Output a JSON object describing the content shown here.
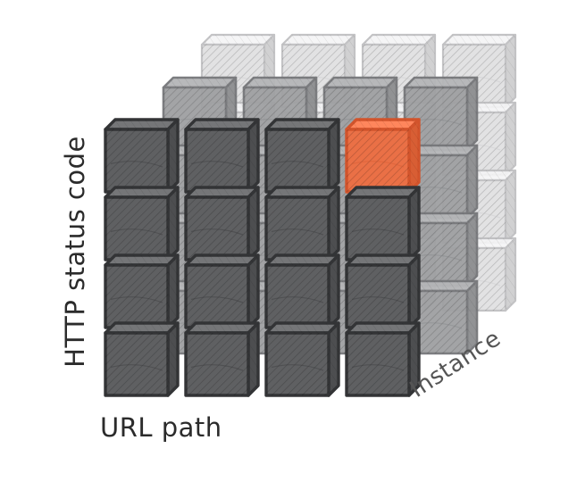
{
  "axes": {
    "vertical": "HTTP status code",
    "horizontal": "URL path",
    "depth": "Instance"
  },
  "grid": {
    "columns": 4,
    "rows": 4,
    "layers": 3,
    "highlighted": {
      "column": 4,
      "row": 1,
      "layer": 1
    }
  },
  "colors": {
    "front_fill": "#5f6062",
    "front_stroke": "#333436",
    "middle_fill": "#9fa0a2",
    "middle_stroke": "#76777a",
    "back_fill": "#dfdfe0",
    "back_stroke": "#bdbdbf",
    "highlight_fill": "#ea7046",
    "highlight_stroke": "#d2542c"
  }
}
